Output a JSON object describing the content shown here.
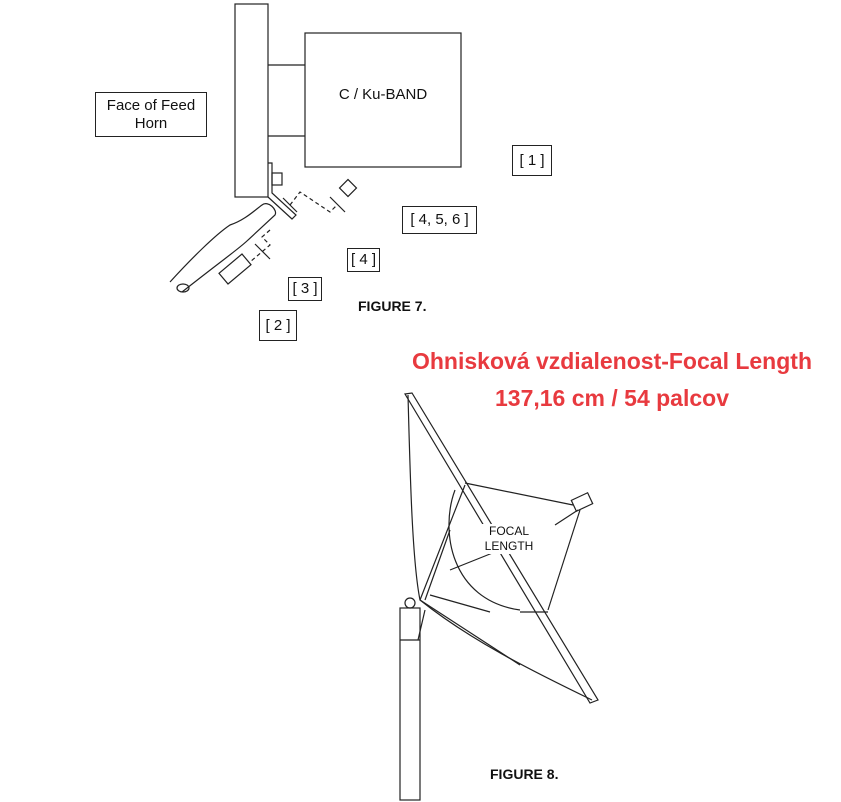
{
  "figure7": {
    "title": "FIGURE 7.",
    "lnb_label": "C / Ku-BAND",
    "feed_horn_label": "Face of Feed Horn",
    "callouts": [
      "[ 1 ]",
      "[ 4, 5, 6 ]",
      "[ 4 ]",
      "[ 3 ]",
      "[ 2 ]"
    ]
  },
  "annotation": {
    "line1": "Ohnisková vzdialenost-Focal Length",
    "line2": "137,16 cm / 54 palcov",
    "color": "#e83a3f"
  },
  "figure8": {
    "title": "FIGURE 8.",
    "focal_label_1": "FOCAL",
    "focal_label_2": "LENGTH"
  }
}
